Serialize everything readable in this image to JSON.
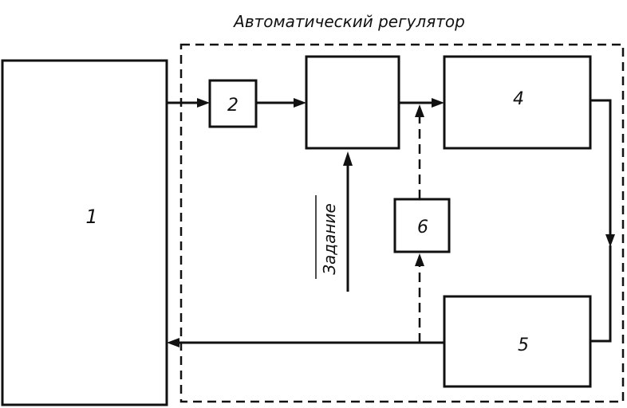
{
  "title": "Автоматический регулятор",
  "blocks": {
    "object": "1",
    "block_2": "2",
    "block_3": "",
    "block_4": "4",
    "block_5": "5",
    "block_6": "6"
  },
  "setpoint_label": "Задание",
  "colors": {
    "stroke": "#111111",
    "background": "#ffffff"
  }
}
